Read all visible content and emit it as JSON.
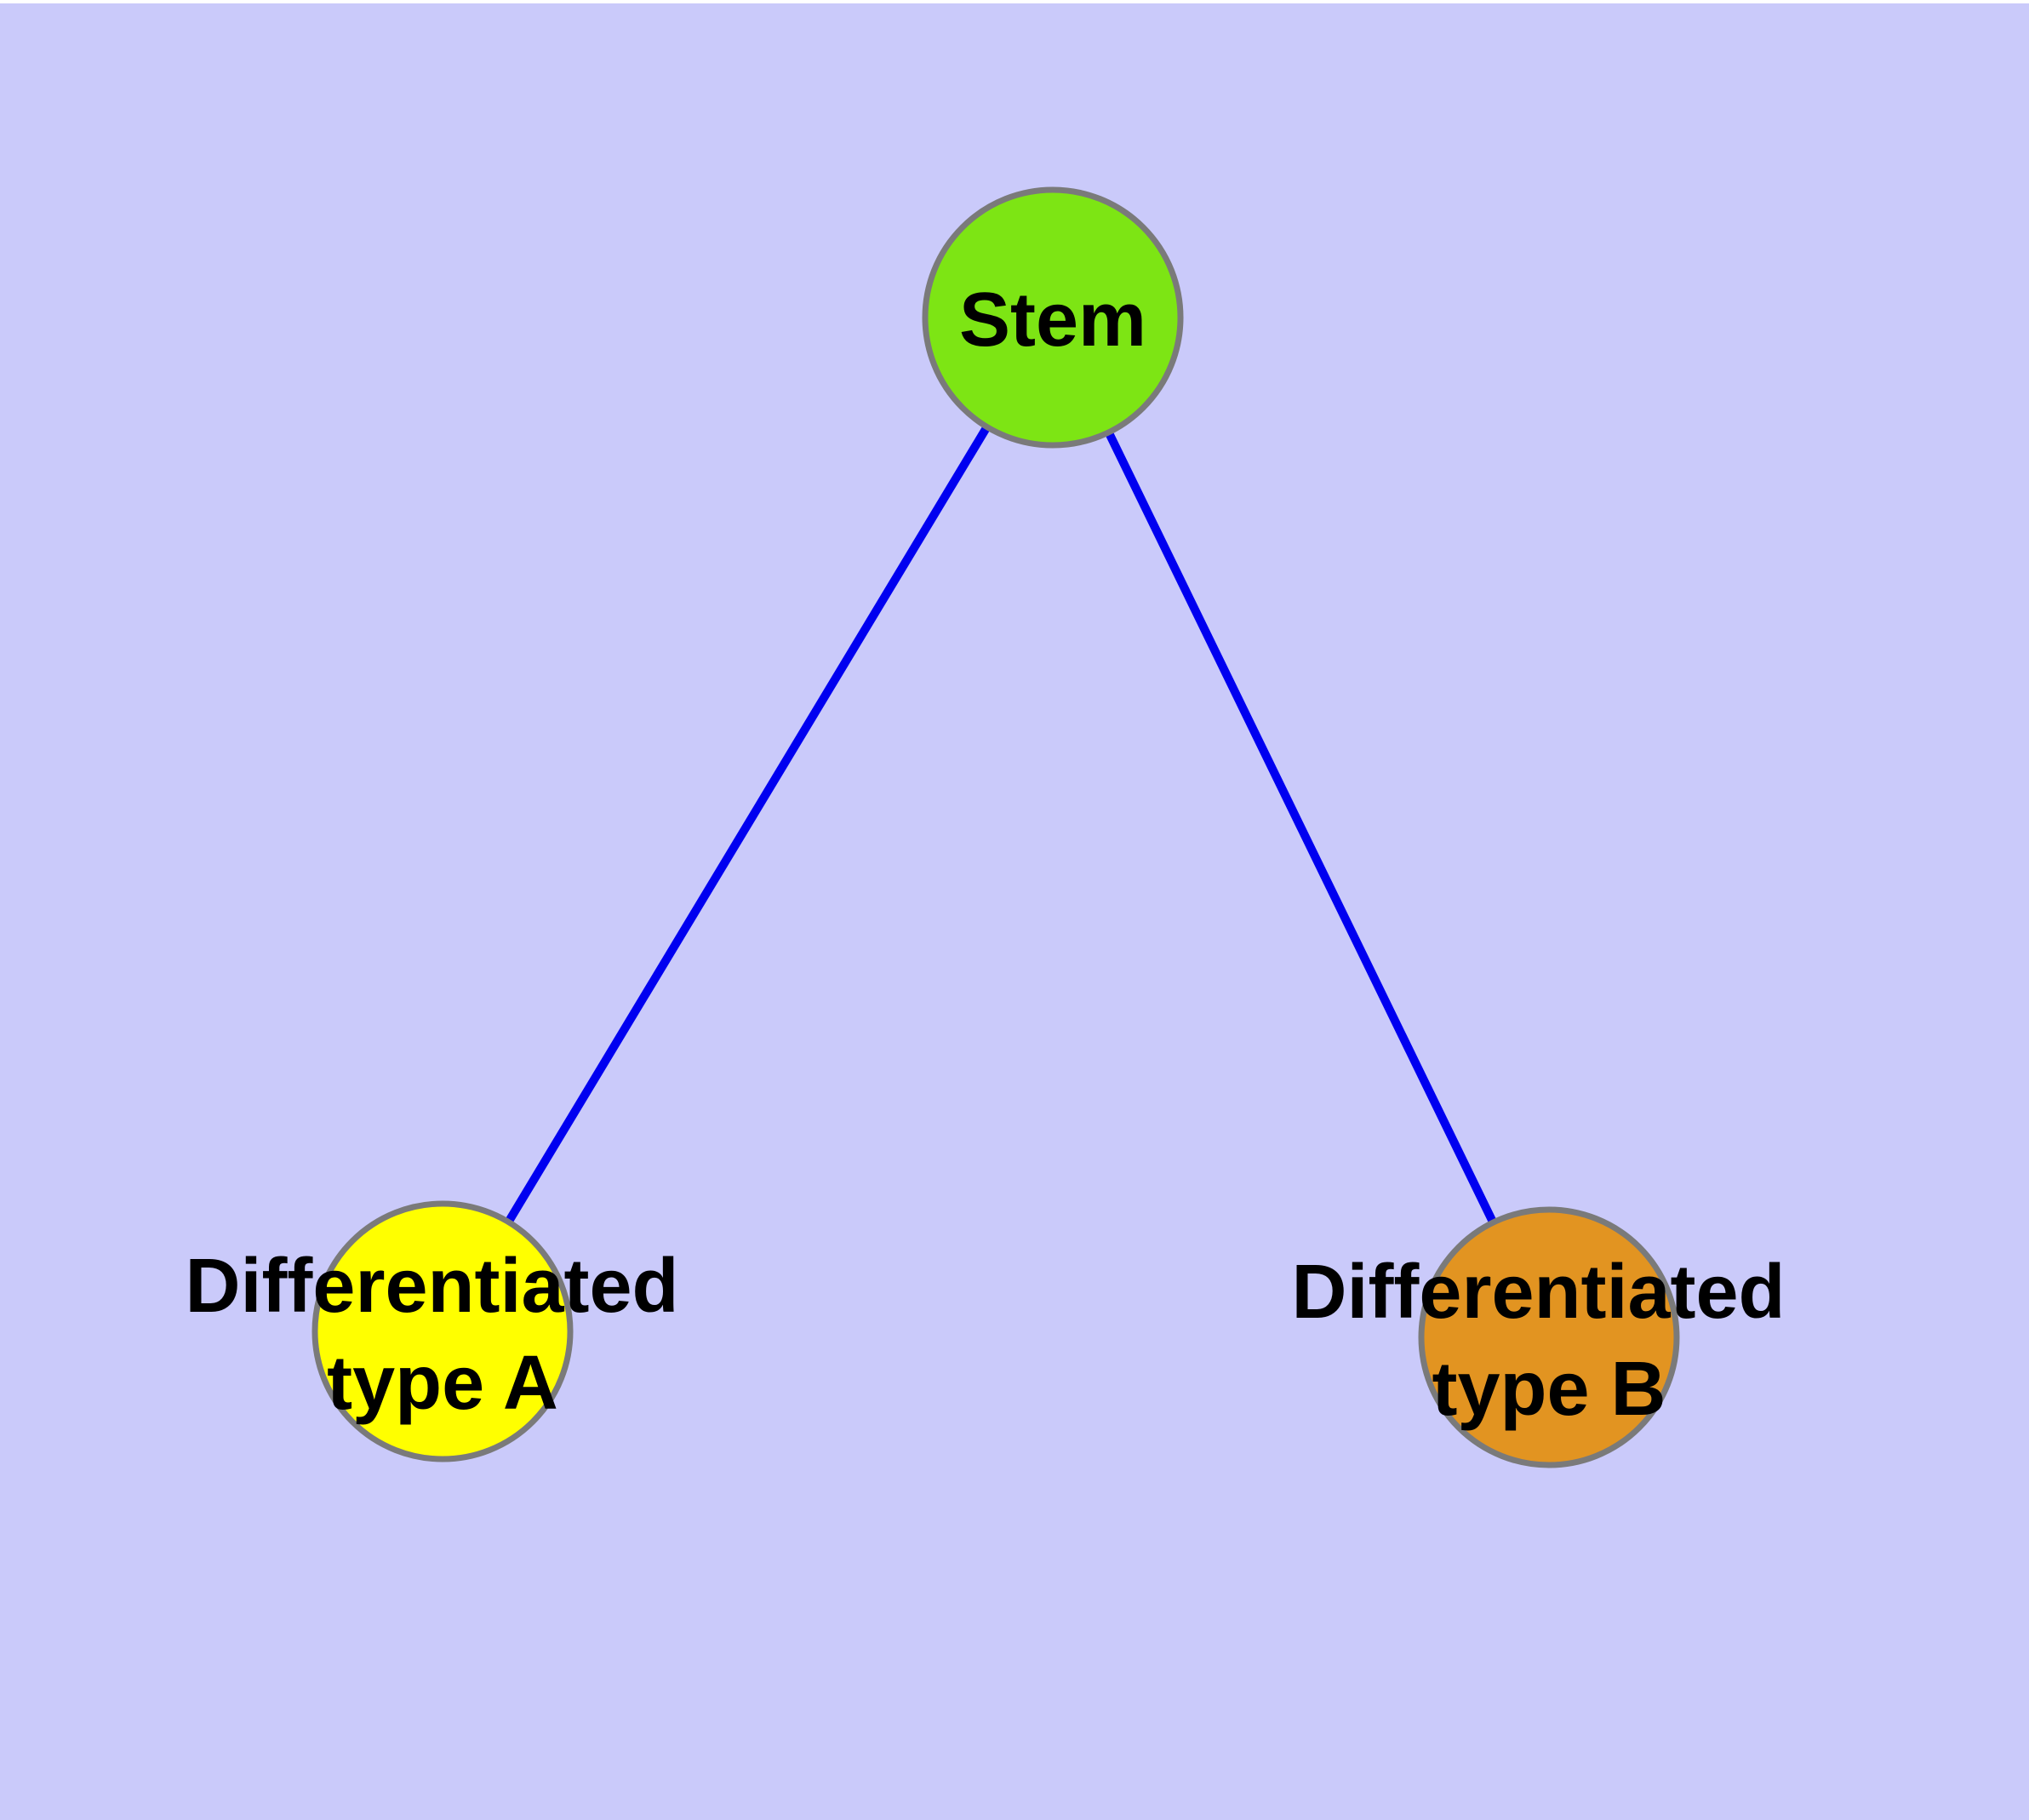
{
  "diagram": {
    "description": "Cell differentiation network: stem node with two differentiated child nodes",
    "colors": {
      "background": "#CACAFA",
      "top_strip": "#FFFFFF",
      "edge": "#0000F0",
      "node_border": "#7A7A7A",
      "text": "#000000",
      "stem_fill": "#7DE514",
      "type_a_fill": "#FFFF00",
      "type_b_fill": "#E29421"
    },
    "nodes": {
      "stem": {
        "label": "Stem"
      },
      "type_a": {
        "label_line1": "Differentiated",
        "label_line2": "type A"
      },
      "type_b": {
        "label_line1": "Differentiated",
        "label_line2": "type B"
      }
    },
    "edges": [
      {
        "from": "stem",
        "to": "type_a"
      },
      {
        "from": "stem",
        "to": "type_b"
      }
    ]
  }
}
